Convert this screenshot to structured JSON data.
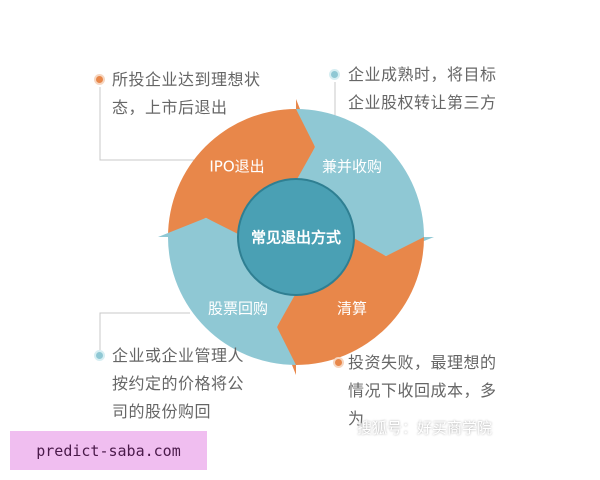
{
  "center": {
    "label": "常见退出方式",
    "color": "#4aa0b4"
  },
  "segments": [
    {
      "label": "IPO退出",
      "color": "#e8874a"
    },
    {
      "label": "兼并收购",
      "color": "#8fc8d4"
    },
    {
      "label": "清算",
      "color": "#e8874a"
    },
    {
      "label": "股票回购",
      "color": "#8fc8d4"
    }
  ],
  "notes": {
    "ipo": [
      "所投企业达到理想状",
      "态，上市后退出"
    ],
    "merger": [
      "企业成熟时，将目标",
      "企业股权转让第三方"
    ],
    "buyback": [
      "企业或企业管理人",
      "按约定的价格将公",
      "司的股份购回"
    ],
    "liquidation": [
      "投资失败，最理想的",
      "情况下收回成本，多",
      "为"
    ]
  },
  "watermark": "搜狐号：好买商学院",
  "site_label": "predict-saba.com"
}
